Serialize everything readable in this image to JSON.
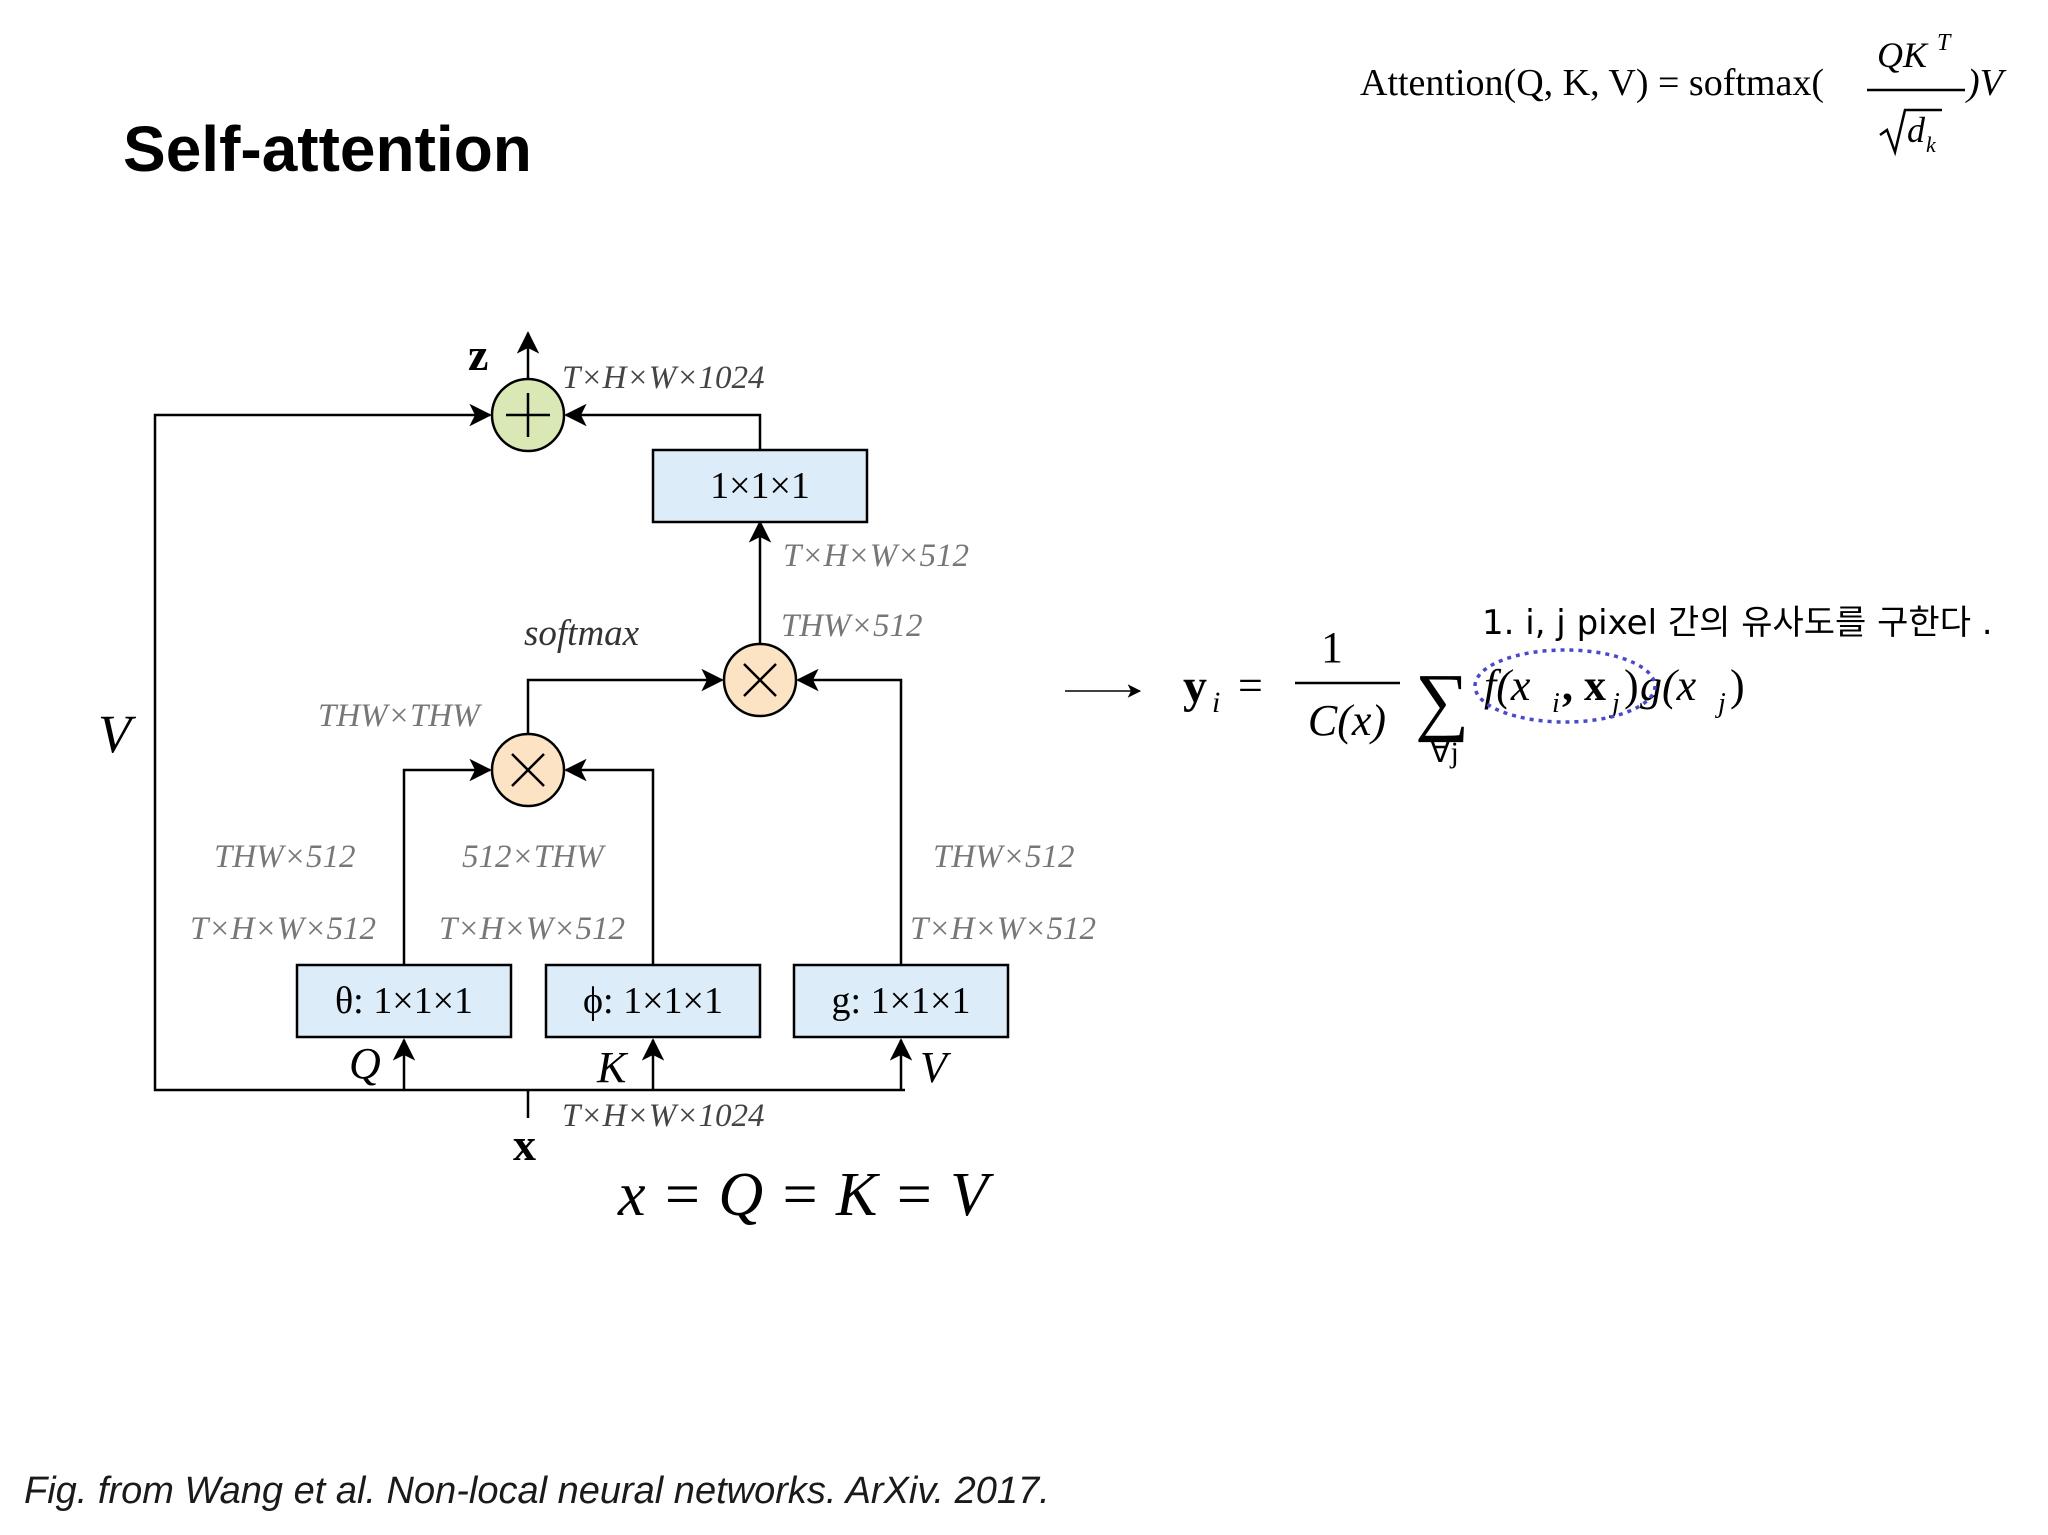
{
  "slide": {
    "title": "Self-attention",
    "caption": "Fig. from Wang et al. Non-local neural networks. ArXiv. 2017."
  },
  "attention_formula": {
    "lhs": "Attention(Q, K, V) = softmax(",
    "numerator": "QK",
    "numerator_sup": "T",
    "denominator": "d",
    "denominator_sub": "k",
    "rhs": ")V"
  },
  "diagram": {
    "output_symbol": "z",
    "input_symbol": "x",
    "top_dim": "T×H×W×1024",
    "bottom_dim": "T×H×W×1024",
    "out_proj_box": "1×1×1",
    "out_proj_dim": "T×H×W×512",
    "agg_dim": "THW×512",
    "softmax_label": "softmax",
    "attn_dim": "THW×THW",
    "theta_box": "θ: 1×1×1",
    "phi_box": "ϕ: 1×1×1",
    "g_box": "g: 1×1×1",
    "theta_flat": "THW×512",
    "phi_flat": "512×THW",
    "g_flat": "THW×512",
    "theta_dim": "T×H×W×512",
    "phi_dim": "T×H×W×512",
    "g_dim": "T×H×W×512",
    "q_label": "Q",
    "k_label": "K",
    "v_label": "V",
    "skip_label": "V",
    "equality": "x = Q = K = V"
  },
  "nonlocal_formula": {
    "lhs": "y",
    "lhs_sub": "i",
    "equals": "=",
    "frac_num": "1",
    "frac_den": "C(x)",
    "sum": "∑",
    "sum_sub": "∀j",
    "f_term": "f(x",
    "f_sub_i": "i",
    "f_mid": ", x",
    "f_sub_j": "j",
    "f_close": ")",
    "g_term": "g(x",
    "g_sub_j": "j",
    "g_close": ")",
    "note": "1. i, j pixel  간의 유사도를 구한다 ."
  },
  "colors": {
    "box_fill": "#dcecf8",
    "plus_fill": "#d9e8b5",
    "times_fill": "#fbe3c4",
    "highlight_ellipse": "#4a4ac8",
    "label_gray": "#777777"
  }
}
